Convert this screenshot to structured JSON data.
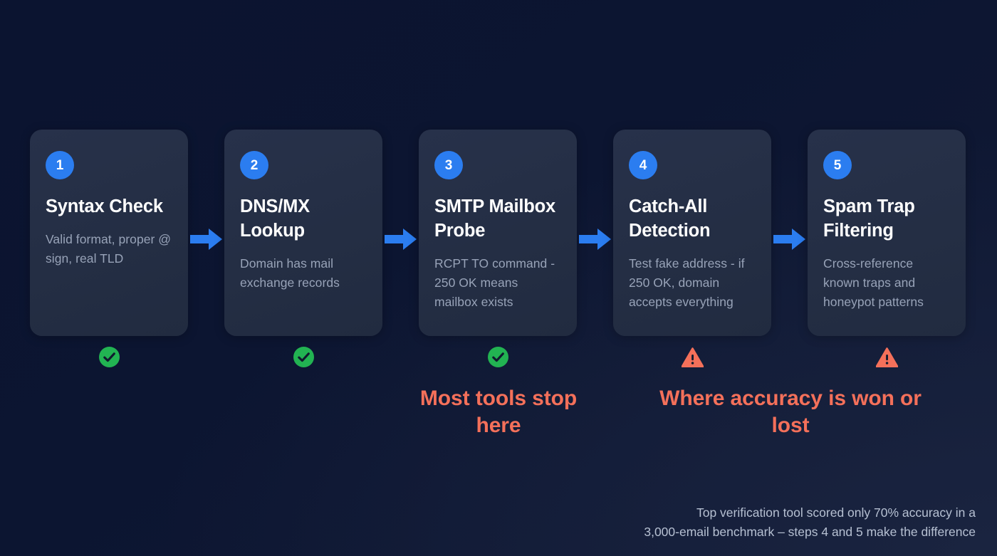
{
  "theme": {
    "background_dark": "#0c1530",
    "background_light": "#1a2440",
    "card_bg": "#252f44",
    "badge_blue": "#2b7df0",
    "arrow_blue": "#2b7df0",
    "title_color": "#ffffff",
    "desc_color": "#98a3b8",
    "accent_red": "#f4705a",
    "success_green": "#22b352",
    "footnote_color": "#b6c0d2"
  },
  "pipeline": {
    "steps": [
      {
        "number": "1",
        "title": "Syntax Check",
        "description": "Valid format, proper @ sign, real TLD",
        "status": "ok",
        "status_icon": "check-circle-icon"
      },
      {
        "number": "2",
        "title": "DNS/MX Lookup",
        "description": "Domain has mail exchange records",
        "status": "ok",
        "status_icon": "check-circle-icon"
      },
      {
        "number": "3",
        "title": "SMTP Mailbox Probe",
        "description": "RCPT TO command - 250 OK means mailbox exists",
        "status": "ok",
        "status_icon": "check-circle-icon"
      },
      {
        "number": "4",
        "title": "Catch-All Detection",
        "description": "Test fake address - if 250 OK, domain accepts everything",
        "status": "warn",
        "status_icon": "warning-triangle-icon"
      },
      {
        "number": "5",
        "title": "Spam Trap Filtering",
        "description": "Cross-reference known traps and honeypot patterns",
        "status": "warn",
        "status_icon": "warning-triangle-icon"
      }
    ],
    "connector_icon": "arrow-right-icon"
  },
  "callouts": {
    "stop_here": "Most tools stop here",
    "accuracy": "Where accuracy is won or lost"
  },
  "footnote": {
    "line1": "Top verification tool scored only 70% accuracy in a",
    "line2": "3,000-email benchmark – steps 4 and 5 make the difference"
  }
}
